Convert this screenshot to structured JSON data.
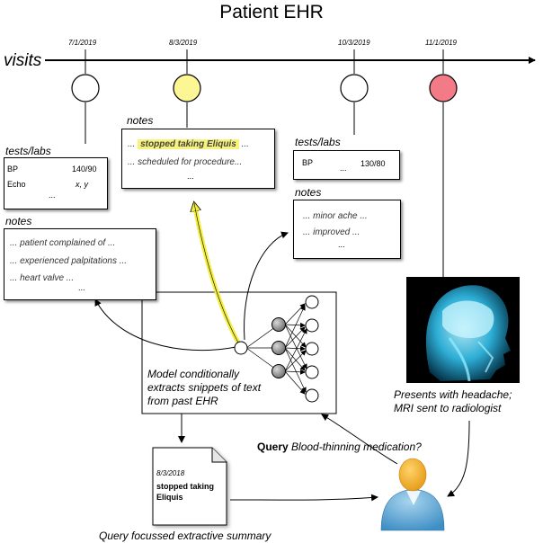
{
  "title": "Patient EHR",
  "timeline": {
    "label": "visits",
    "dates": [
      "7/1/2019",
      "8/3/2019",
      "10/3/2019",
      "11/1/2019"
    ]
  },
  "visit1": {
    "tests_label": "tests/labs",
    "tests": [
      {
        "name": "BP",
        "value": "140/90"
      },
      {
        "name": "Echo",
        "value": "x, y"
      }
    ],
    "tests_more": "...",
    "notes_label": "notes",
    "notes": [
      "... patient complained of ...",
      "... experienced palpitations ...",
      "... heart valve ..."
    ],
    "notes_more": "..."
  },
  "visit2": {
    "notes_label": "notes",
    "highlight": "stopped taking Eliquis",
    "line1_prefix": "...",
    "line1_suffix": "...",
    "line2": "... scheduled for procedure...",
    "notes_more": "..."
  },
  "visit3": {
    "tests_label": "tests/labs",
    "tests": [
      {
        "name": "BP",
        "value": "130/80"
      }
    ],
    "tests_more": "...",
    "notes_label": "notes",
    "notes": [
      "... minor ache ...",
      "... improved ..."
    ],
    "notes_more": "..."
  },
  "model_caption": [
    "Model conditionally",
    "extracts snippets of text",
    "from past EHR"
  ],
  "mri_caption": [
    "Presents with headache;",
    "MRI sent to radiologist"
  ],
  "query": {
    "bold": "Query",
    "text": "Blood-thinning medication?"
  },
  "summary": {
    "date": "8/3/2018",
    "lines": [
      "stopped taking",
      "Eliquis"
    ],
    "caption": "Query focussed extractive summary"
  },
  "colors": {
    "highlight": "#f7f37a",
    "visit_current": "#f27b87",
    "nn_hidden": "#8a8a8a",
    "person_body": "#5aa2cf",
    "person_head": "#f0b030"
  }
}
